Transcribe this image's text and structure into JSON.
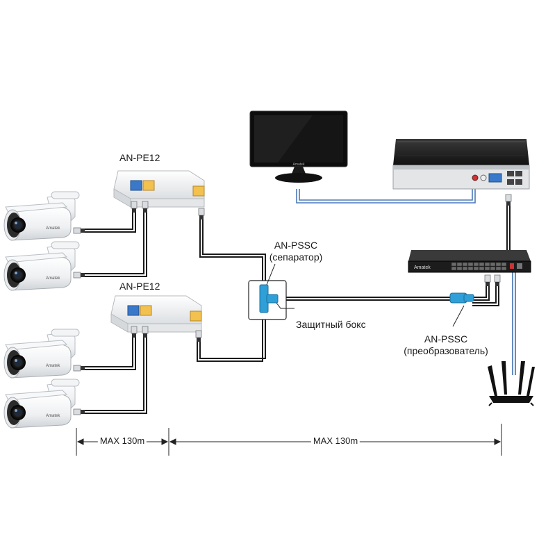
{
  "labels": {
    "injector_top": "AN-PE12",
    "injector_bottom": "AN-PE12",
    "separator_name": "AN-PSSC",
    "separator_desc": "(сепаратор)",
    "protection_box": "Защитный бокс",
    "converter_name": "AN-PSSC",
    "converter_desc": "(преобразователь)"
  },
  "brand": {
    "camera": "Amatek",
    "switch": "Amatek",
    "monitor": "Amatek"
  },
  "measure": {
    "left": "MAX 130m",
    "right": "MAX  130m"
  },
  "colors": {
    "cable": "#1a1a1a",
    "hdmi_cable": "#4a79b8",
    "router_cable": "#3f6fb0",
    "adapter_blue": "#2f9fd8",
    "port_yellow": "#f2c14e",
    "port_blue": "#3a78c9"
  }
}
